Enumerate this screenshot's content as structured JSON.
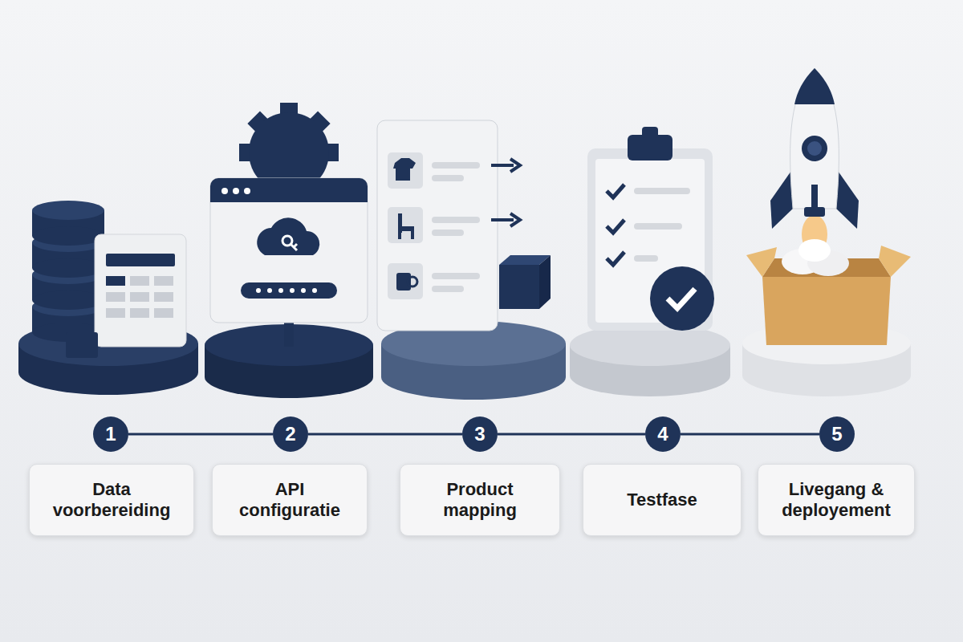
{
  "diagram": {
    "nodes": [
      {
        "text": [
          "1"
        ]
      },
      {
        "text": [
          "2"
        ]
      },
      {
        "text": [
          "3"
        ]
      },
      {
        "text": [
          "4"
        ]
      },
      {
        "text": [
          "5"
        ]
      },
      {
        "text": [
          "Data voorbereiding"
        ]
      },
      {
        "text": [
          "API configuratie"
        ]
      },
      {
        "text": [
          "Product mapping"
        ]
      },
      {
        "text": [
          "Testfase"
        ]
      },
      {
        "text": [
          "Livegang & deployement"
        ]
      }
    ],
    "edges": [
      {
        "from": 0,
        "to": 1,
        "arrow": "none"
      },
      {
        "from": 1,
        "to": 2,
        "arrow": "none"
      },
      {
        "from": 2,
        "to": 3,
        "arrow": "none"
      },
      {
        "from": 3,
        "to": 4,
        "arrow": "none"
      }
    ]
  }
}
